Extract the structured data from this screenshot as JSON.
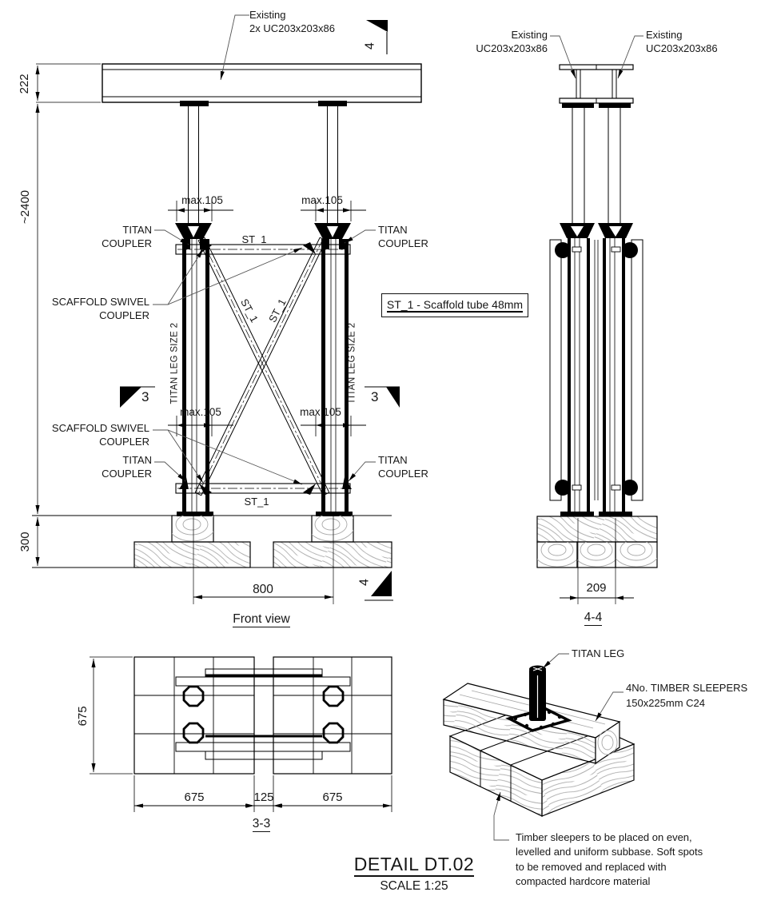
{
  "front_view": {
    "caption": "Front view",
    "beam_label": "Existing\n2x UC203x203x86",
    "dim_beam_depth": "222",
    "dim_height": "~2400",
    "dim_sleepers": "300",
    "dim_spacing": "800",
    "dim_max": "max.105",
    "titan_coupler": "TITAN\nCOUPLER",
    "swivel_coupler": "SCAFFOLD SWIVEL\nCOUPLER",
    "titan_leg": "TITAN LEG SIZE 2",
    "tube_tag": "ST_1",
    "section_marker_3": "3",
    "section_marker_4": "4"
  },
  "section_view": {
    "caption": "4-4",
    "beam_label": "Existing\nUC203x203x86",
    "dim_width": "209"
  },
  "legend": {
    "note": "ST_1 - Scaffold tube 48mm"
  },
  "plan_view": {
    "caption": "3-3",
    "dim_depth": "675",
    "dim_left": "675",
    "dim_gap": "125",
    "dim_right": "675"
  },
  "iso_view": {
    "titan_leg_label": "TITAN LEG",
    "sleepers_label": "4No. TIMBER SLEEPERS\n150x225mm C24",
    "note": "Timber sleepers to be placed on even,\nlevelled and uniform subbase. Soft spots\nto be removed and replaced with\ncompacted hardcore material"
  },
  "title_block": {
    "title": "DETAIL DT.02",
    "scale": "SCALE 1:25"
  }
}
